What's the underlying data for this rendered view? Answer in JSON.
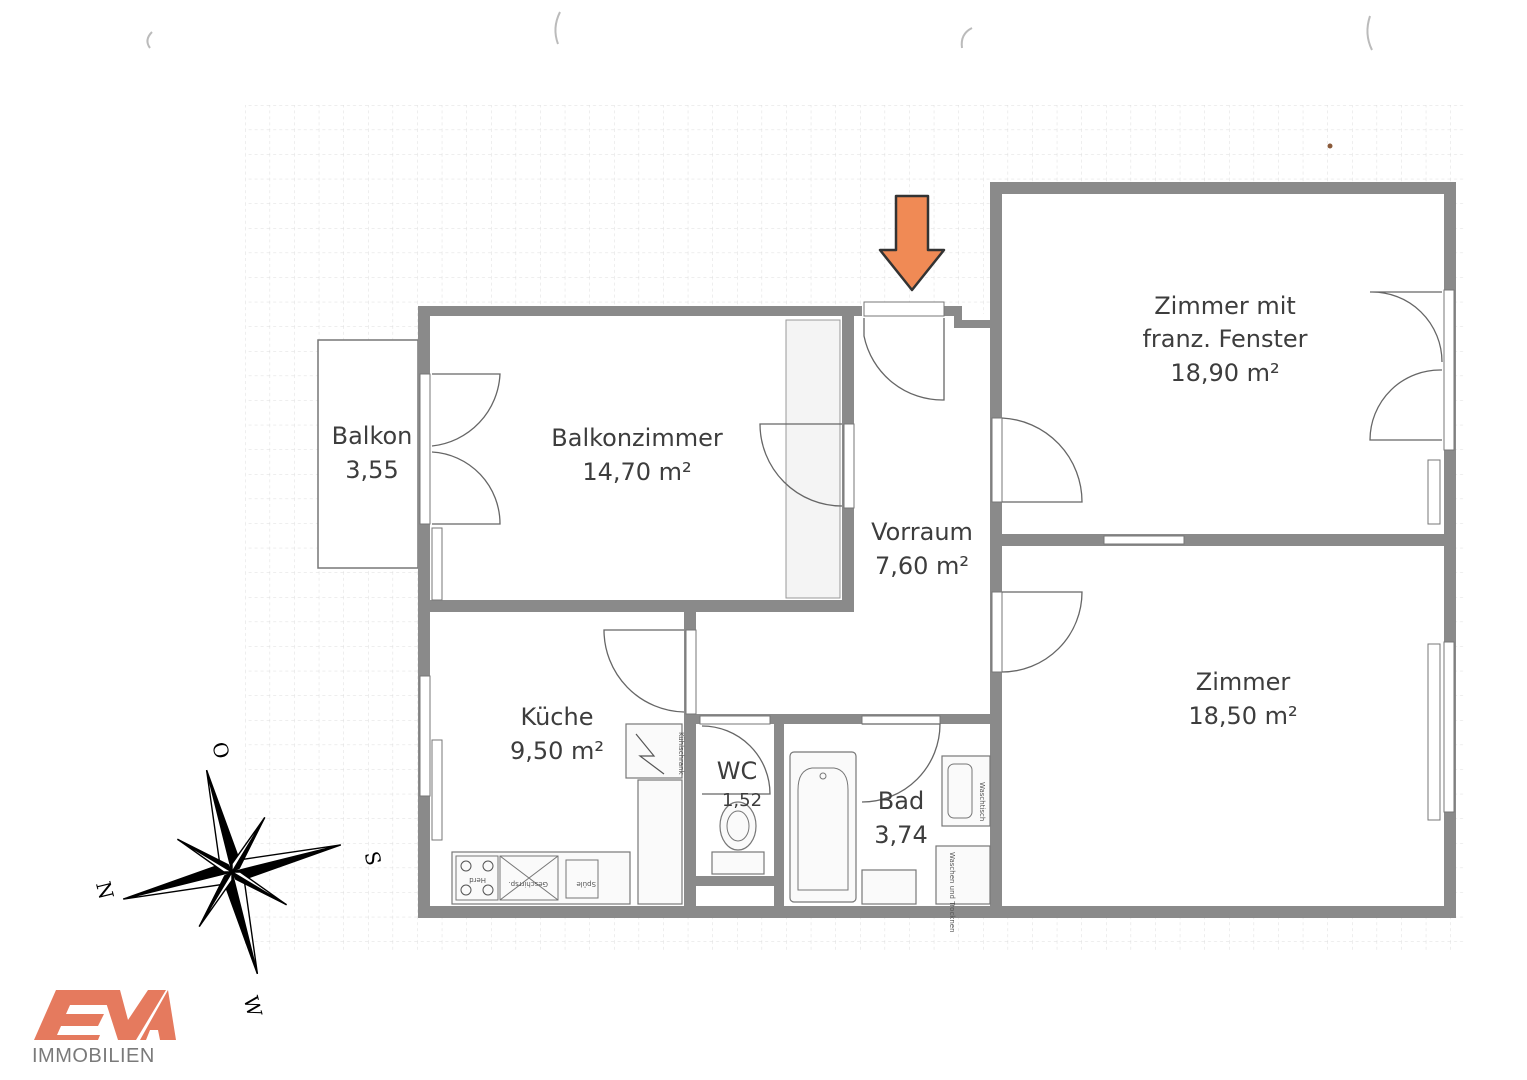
{
  "rooms": {
    "balkon": {
      "name": "Balkon",
      "area": "3,55"
    },
    "balkonzimmer": {
      "name": "Balkonzimmer",
      "area": "14,70 m²"
    },
    "vorraum": {
      "name": "Vorraum",
      "area": "7,60 m²"
    },
    "zimmer_franz": {
      "name_line1": "Zimmer mit",
      "name_line2": "franz. Fenster",
      "area": "18,90 m²"
    },
    "zimmer": {
      "name": "Zimmer",
      "area": "18,50 m²"
    },
    "kueche": {
      "name": "Küche",
      "area": "9,50 m²"
    },
    "wc": {
      "name": "WC",
      "area": "1,52"
    },
    "bad": {
      "name": "Bad",
      "area": "3,74"
    }
  },
  "fixtures": {
    "kuehlschrank": "Kühlschrank",
    "herd": "Herd",
    "geschirr": "Geschirrsp.",
    "spule": "Spüle",
    "waschtisch": "Waschtisch",
    "waschmaschine": "Waschen und Trocknen"
  },
  "compass": {
    "n": "N",
    "o": "O",
    "s": "S",
    "w": "W"
  },
  "logo": {
    "brand": "EVA",
    "sub": "IMMOBILIEN"
  },
  "colors": {
    "entrance_arrow": "#f08a55",
    "logo": "#e57a5e",
    "walls": "#8a8a8a"
  },
  "icons": {
    "entrance": "entrance-arrow-icon",
    "compass": "compass-rose-icon"
  }
}
